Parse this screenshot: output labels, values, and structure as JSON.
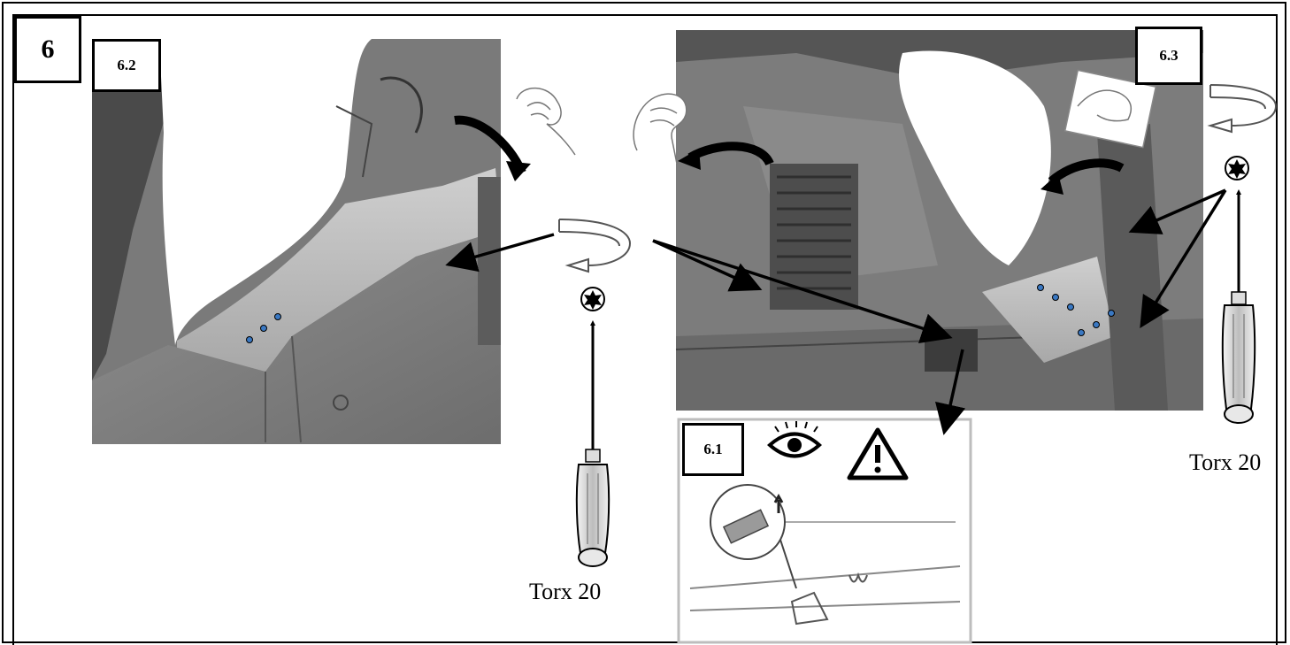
{
  "step": {
    "number": "6"
  },
  "panels": {
    "sub_6_2": "6.2",
    "sub_6_3": "6.3",
    "sub_6_1": "6.1"
  },
  "tools": {
    "left_tool_label": "Torx 20",
    "right_tool_label": "Torx 20"
  },
  "icons": [
    "eye-icon",
    "warning-icon",
    "torx-bit-icon",
    "screwdriver-icon",
    "hand-pull-icon",
    "rotate-arrow-icon"
  ],
  "colors": {
    "outline": "#000000",
    "clip_dot": "#3a78c2",
    "panel_fill": "#9a9a9a",
    "panel_light": "#c8c8c8"
  }
}
